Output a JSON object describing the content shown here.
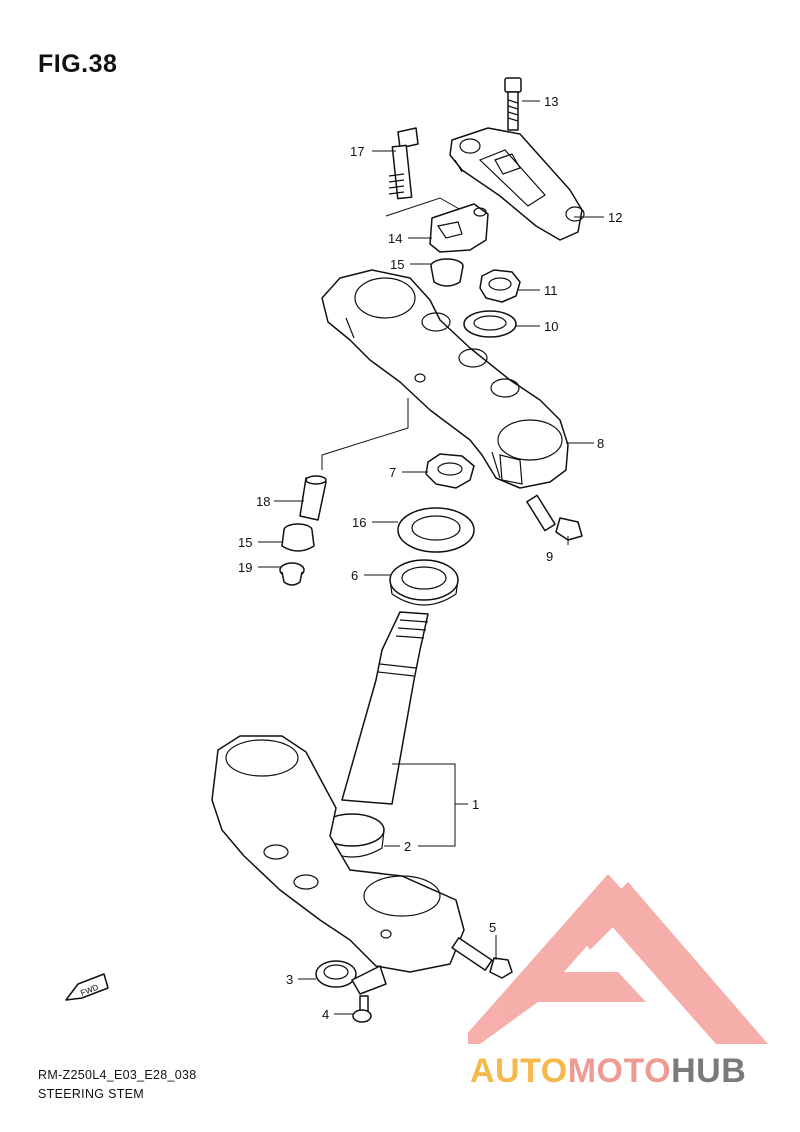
{
  "figure": {
    "title": "FIG.38"
  },
  "parts": [
    {
      "ref": "1"
    },
    {
      "ref": "2"
    },
    {
      "ref": "3"
    },
    {
      "ref": "4"
    },
    {
      "ref": "5"
    },
    {
      "ref": "6"
    },
    {
      "ref": "7"
    },
    {
      "ref": "8"
    },
    {
      "ref": "9"
    },
    {
      "ref": "10"
    },
    {
      "ref": "11"
    },
    {
      "ref": "12"
    },
    {
      "ref": "13"
    },
    {
      "ref": "14"
    },
    {
      "ref": "15"
    },
    {
      "ref": "15"
    },
    {
      "ref": "16"
    },
    {
      "ref": "17"
    },
    {
      "ref": "18"
    },
    {
      "ref": "19"
    }
  ],
  "fwd_label": "FWD",
  "footer": {
    "code": "RM-Z250L4_E03_E28_038",
    "caption": "STEERING STEM"
  },
  "watermark": {
    "part1": "AUTO",
    "part2": "MOTO",
    "part3": "HUB",
    "colors": {
      "auto": "#f5b84a",
      "moto": "#f09a94",
      "hub": "#7a7a7a",
      "triangle": "#f4a19c"
    }
  }
}
